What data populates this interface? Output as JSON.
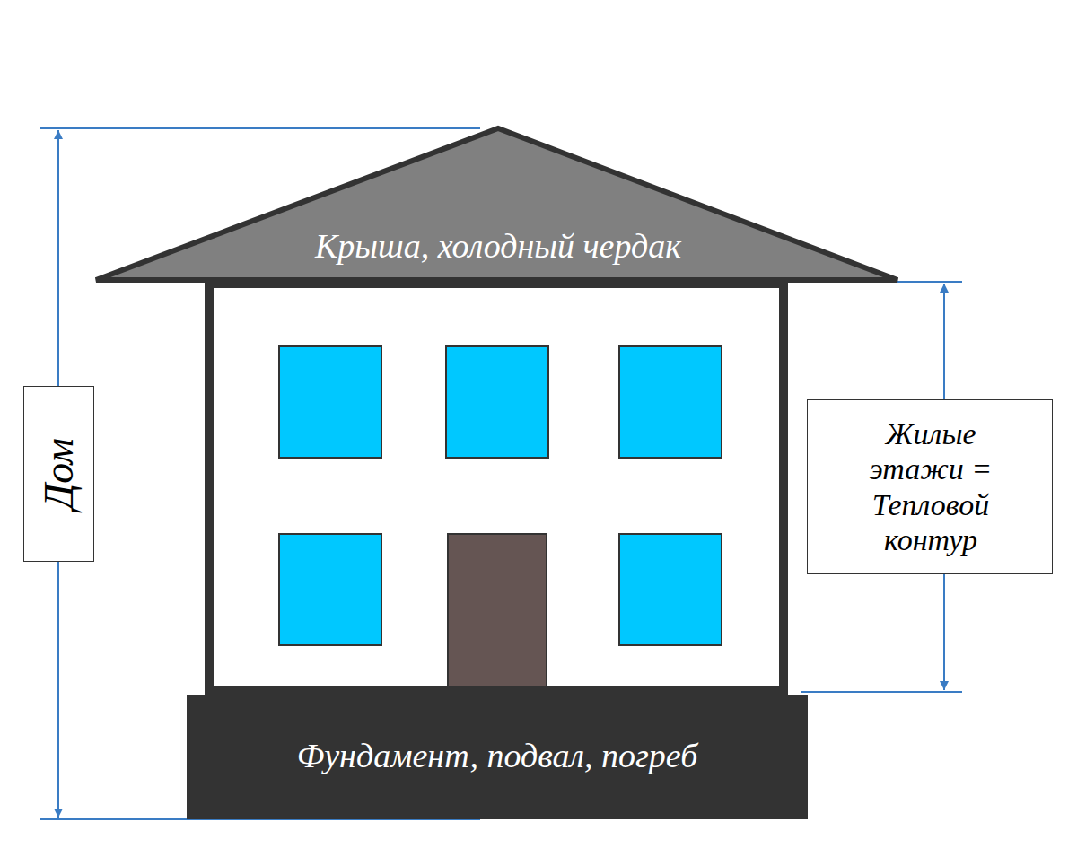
{
  "diagram": {
    "nodes": [
      {
        "text": [
          "Крыша, холодный чердак"
        ]
      },
      {
        "text": [
          "Дом"
        ]
      },
      {
        "text": [
          "Жилые этажи = Тепловой контур"
        ]
      },
      {
        "text": [
          "Фундамент, подвал, погреб"
        ]
      }
    ]
  }
}
